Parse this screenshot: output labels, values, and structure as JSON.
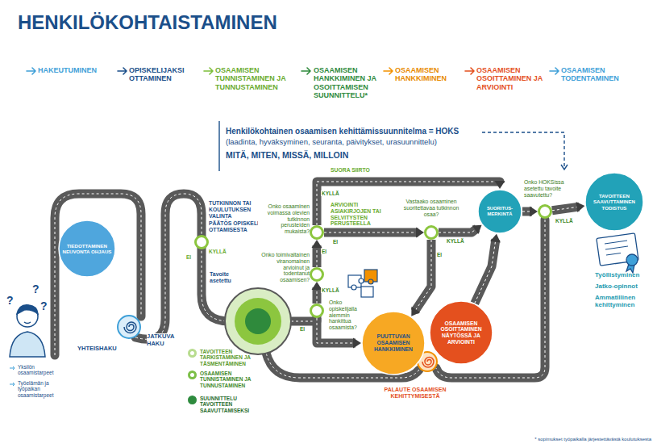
{
  "diagram": {
    "title": "HENKILÖKOHTAISTAMINEN",
    "nodes": [
      {
        "text": [
          "TIEDOTTAMINEN NEUVONTA OHJAUS"
        ]
      },
      {
        "text": [
          "TUTKINNON TAI KOULUTUKSEN VALINTA",
          "PÄÄTÖS OPISKELIJAKSI OTTAMISESTA"
        ]
      },
      {
        "text": [
          "Onko osaaminen voimassa olevien tutkinnon perusteiden mukaista?"
        ]
      },
      {
        "text": [
          "Onko toimivaltainen viranomainen arvioinut ja todentanut osaamisen?"
        ]
      },
      {
        "text": [
          "Onko opiskelijalla aiemmin hankittua osaamista?"
        ]
      },
      {
        "text": [
          "Vastaako osaaminen suoritettavaa tutkinnon osaa?"
        ]
      },
      {
        "text": [
          "SUORITUS-MERKINTÄ"
        ]
      },
      {
        "text": [
          "Onko HOKSissa asetettu tavoite saavutettu?"
        ]
      },
      {
        "text": [
          "TAVOITTEEN SAAVUTTAMINEN TODISTUS"
        ]
      },
      {
        "text": [
          "PUUTTUVAN OSAAMISEN HANKKIMINEN"
        ]
      },
      {
        "text": [
          "OSAAMISEN OSOITTAMINEN NÄYTÖSSÄ JA ARVIOINTI"
        ]
      }
    ],
    "edges": [
      {
        "from": 4,
        "to": 3,
        "label": "KYLLÄ",
        "arrow": "to"
      },
      {
        "from": 3,
        "to": 2,
        "label": "EI",
        "arrow": "to"
      },
      {
        "from": 2,
        "to": 6,
        "label": "KYLLÄ",
        "arrow": "to"
      },
      {
        "from": 2,
        "to": 5,
        "label": "EI",
        "arrow": "to"
      },
      {
        "from": 5,
        "to": 6,
        "label": "KYLLÄ",
        "arrow": "to"
      },
      {
        "from": 5,
        "to": 9,
        "label": "EI",
        "arrow": "to"
      },
      {
        "from": 4,
        "to": 9,
        "label": "EI",
        "arrow": "to"
      },
      {
        "from": 10,
        "to": 6,
        "arrow": "to"
      },
      {
        "from": 6,
        "to": 7,
        "arrow": "to"
      },
      {
        "from": 7,
        "to": 8,
        "label": "KYLLÄ",
        "arrow": "to"
      }
    ],
    "labels": [
      "HAKEUTUMINEN",
      "OPISKELIJAKSI OTTAMINEN",
      "OSAAMISEN TUNNISTAMINEN JA TUNNUSTAMINEN",
      "OSAAMISEN HANKKIMINEN JA OSOITTAMISEN SUUNNITTELU*",
      "OSAAMISEN HANKKIMINEN",
      "OSAAMISEN OSOITTAMINEN JA ARVIOINTI",
      "OSAAMISEN TODENTAMINEN",
      "Henkilökohtainen osaamisen kehittämissuunnitelma = HOKS",
      "(laadinta, hyväksyminen, seuranta, päivitykset, urasuunnittelu)",
      "MITÄ, MITEN, MISSÄ, MILLOIN",
      "SUORA SIIRTO",
      "ARVIOINTI ASIAKIRJOJEN TAI SELVITYSTEN PERUSTEELLA",
      "KYLLÄ",
      "EI",
      "Tavoite asetettu",
      "?",
      "?",
      "?",
      "YHTEISHAKU",
      "JATKUVA HAKU",
      "PALAUTE OSAAMISEN KEHITTYMISESTÄ",
      "Työllistyminen",
      "Jatko-opinnot",
      "Ammatillinen kehittyminen",
      "Yksilön osaamistarpeet",
      "Työelämän ja työpaikan osaamistarpeet",
      "* sopimukset työpaikalla järjestettävästä koulutuksesta"
    ],
    "legend": [
      {
        "text": "TAVOITTEEN TARKISTAMINEN JA TÄSMENTÄMINEN",
        "color": "#b8dc8f"
      },
      {
        "text": "OSAAMISEN TUNNISTAMINEN JA TUNNUSTAMINEN",
        "color": "#7cbf47"
      },
      {
        "text": "SUUNNITTELU TAVOITTEEN SAAVUTTAMISEKSI",
        "color": "#2e8b3e"
      }
    ]
  }
}
